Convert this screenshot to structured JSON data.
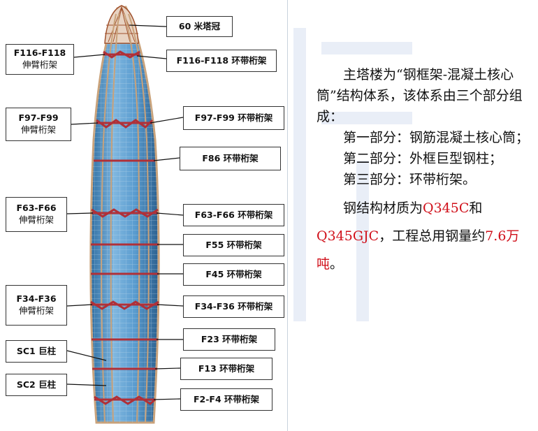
{
  "labels": {
    "crown": "60 米塔冠",
    "outrigger_top_floor": "F116-F118",
    "outrigger_top_name": "伸臂桁架",
    "belt_top": "F116-F118 环带桁架",
    "outrigger_97_floor": "F97-F99",
    "outrigger_97_name": "伸臂桁架",
    "belt_97": "F97-F99 环带桁架",
    "belt_86": "F86 环带桁架",
    "outrigger_63_floor": "F63-F66",
    "outrigger_63_name": "伸臂桁架",
    "belt_63": "F63-F66 环带桁架",
    "belt_55": "F55 环带桁架",
    "belt_45": "F45 环带桁架",
    "outrigger_34_floor": "F34-F36",
    "outrigger_34_name": "伸臂桁架",
    "belt_34": "F34-F36 环带桁架",
    "belt_23": "F23 环带桁架",
    "sc1": "SC1 巨柱",
    "belt_13": "F13 环带桁架",
    "sc2": "SC2 巨柱",
    "belt_2": "F2-F4 环带桁架"
  },
  "description": {
    "p1": "主塔楼为“钢框架-混凝土核心筒”结构体系，该体系由三个部分组成：",
    "p2": "第一部分：钢筋混凝土核心筒；",
    "p3": "第二部分：外框巨型钢柱；",
    "p4": "第三部分：环带桁架。",
    "p5_a": "钢结构材质为",
    "p5_b": "Q345C",
    "p5_c": "和",
    "p5_d": "Q345GJC",
    "p5_e": "，工程总用钢量约",
    "p5_f": "7.6万吨",
    "p5_g": "。"
  },
  "colors": {
    "glass": "#4d93c9",
    "frame": "#c9a27a",
    "truss": "#b03038",
    "accent_text": "#d0101a",
    "watermark": "#e9eef7"
  }
}
